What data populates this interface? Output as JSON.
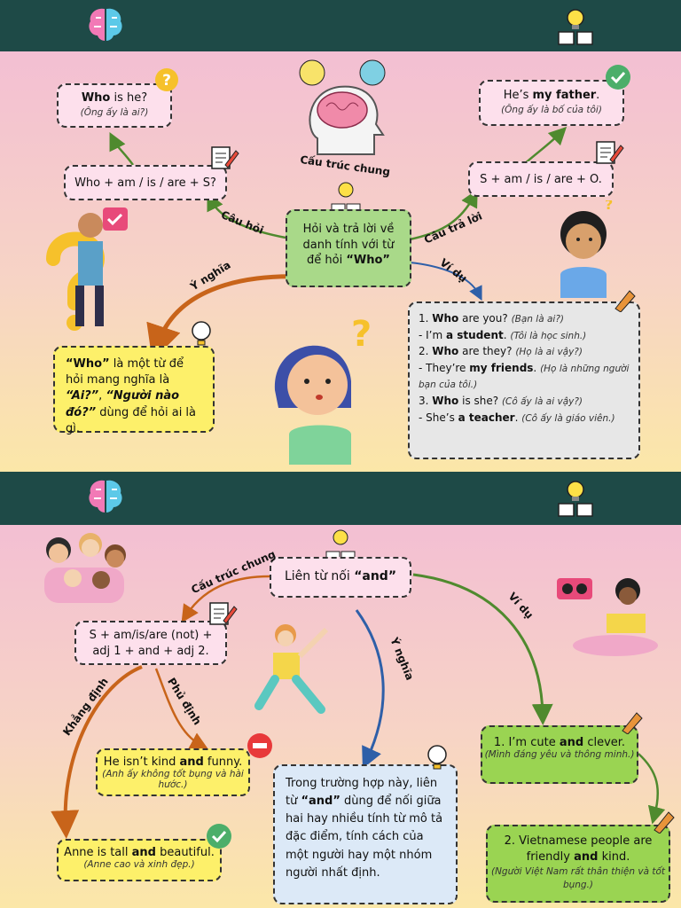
{
  "p1": {
    "center": {
      "line1": "Hỏi và trả lời về",
      "line2": "danh tính với từ",
      "line3a": "để hỏi ",
      "line3b": "“Who”"
    },
    "q_sentence": {
      "bold": "Who",
      "rest": " is he?",
      "trans": "(Ông ấy là ai?)"
    },
    "q_struct": "Who + am / is / are + S?",
    "a_sentence": {
      "pre": "He’s ",
      "bold": "my father",
      "post": ".",
      "trans": "(Ông ấy là bố của tôi)"
    },
    "a_struct": "S + am / is / are + O.",
    "meaning": {
      "b1": "“Who”",
      "t1": " là một từ để hỏi mang nghĩa là ",
      "b2": "“Ai?”",
      "t2": ", ",
      "b3": "“Người nào đó?”",
      "t3": " dùng để hỏi ai là gì."
    },
    "labels": {
      "general": "Cấu trúc chung",
      "question": "Câu hỏi",
      "answer": "Câu trả lời",
      "meaning": "Ý nghĩa",
      "example": "Ví dụ"
    },
    "examples": [
      {
        "pre": "1. ",
        "bold": "Who",
        "post": " are you? ",
        "trans": "(Bạn là ai?)"
      },
      {
        "pre": "- I’m ",
        "bold": "a student",
        "post": ". ",
        "trans": "(Tôi là học sinh.)"
      },
      {
        "pre": "2. ",
        "bold": "Who",
        "post": " are they? ",
        "trans": "(Họ là ai vậy?)"
      },
      {
        "pre": "- They’re ",
        "bold": "my friends",
        "post": ". ",
        "trans": "(Họ là những người bạn của tôi.)"
      },
      {
        "pre": "3. ",
        "bold": "Who",
        "post": " is she? ",
        "trans": "(Cô ấy là ai vậy?)"
      },
      {
        "pre": "- She’s ",
        "bold": "a teacher",
        "post": ". ",
        "trans": "(Cô ấy là giáo viên.)"
      }
    ]
  },
  "p2": {
    "center": {
      "pre": "Liên từ nối ",
      "bold": "“and”"
    },
    "struct": {
      "line1": "S + am/is/are (not) +",
      "line2": "adj 1 + and + adj 2."
    },
    "labels": {
      "general": "Cấu trúc chung",
      "affirm": "Khẳng định",
      "neg": "Phủ định",
      "meaning": "Ý nghĩa",
      "example": "Ví dụ"
    },
    "neg_ex": {
      "pre": "He isn’t kind ",
      "bold": "and",
      "post": " funny.",
      "trans": "(Anh ấy không tốt bụng và hài hước.)"
    },
    "aff_ex": {
      "pre": "Anne is tall ",
      "bold": "and",
      "post": " beautiful.",
      "trans": "(Anne cao và xinh đẹp.)"
    },
    "meaning": {
      "t1": "Trong trường hợp này, liên từ ",
      "b1": "“and”",
      "t2": " dùng để nối giữa hai hay nhiều tính từ mô tả đặc điểm, tính cách của một người hay một nhóm người nhất định."
    },
    "ex1": {
      "pre": "1. I’m cute ",
      "bold": "and",
      "post": " clever.",
      "trans": "(Mình đáng yêu và thông minh.)"
    },
    "ex2": {
      "pre": "2. Vietnamese people are friendly ",
      "bold": "and",
      "post": " kind.",
      "trans": "(Người Việt Nam rất thân thiện và tốt bụng.)"
    }
  },
  "colors": {
    "band": "#1e4a47",
    "arrow_green": "#4f8a2e",
    "arrow_orange": "#c8641a",
    "arrow_blue": "#2e5fa8"
  }
}
